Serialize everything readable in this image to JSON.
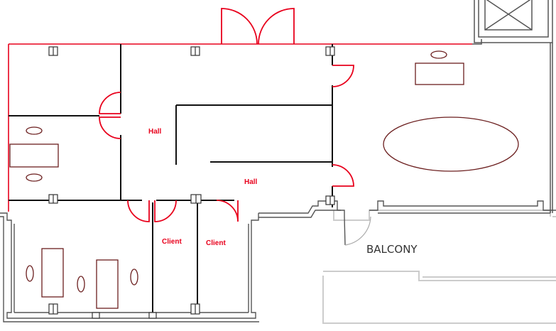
{
  "labels": {
    "hall_1": "Hall",
    "hall_2": "Hall",
    "client_1": "Client",
    "client_2": "Client",
    "balcony": "BALCONY"
  },
  "colors": {
    "outer_wall": "#e8001c",
    "door": "#e8001c",
    "interior_wall": "#111111",
    "furniture": "#6b1e1e",
    "structure": "#555555",
    "balcony_outline": "#cccccc",
    "label_red": "#e8001c",
    "label_dark": "#333333"
  }
}
